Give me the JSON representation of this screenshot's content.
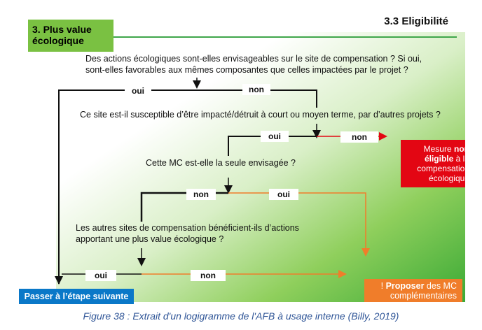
{
  "header": {
    "section_tag": "3. Plus value écologique",
    "section_title": "3.3 Eligibilité"
  },
  "questions": {
    "q1_line1": "Des actions écologiques sont-elles envisageables sur le site de compensation ? Si oui,",
    "q1_line2": "sont-elles favorables aux mêmes composantes que celles impactées par le projet ?",
    "q2": "Ce site est-il susceptible d’être impacté/détruit à court ou moyen terme, par d’autres projets ?",
    "q3": "Cette MC est-elle la seule envisagée ?",
    "q4_line1": "Les autres sites de compensation bénéficient-ils d’actions",
    "q4_line2": "apportant une plus value écologique ?"
  },
  "labels": {
    "oui": "oui",
    "non": "non"
  },
  "outcomes": {
    "red": {
      "line1_pre": "Mesure ",
      "line1_bold": "non",
      "line2_bold": "éligible",
      "line2_post": " à la",
      "line3": "compensation",
      "line4": "écologique"
    },
    "orange": {
      "line1_pre": "! ",
      "line1_bold": "Proposer",
      "line1_post": " des MC",
      "line2": "complémentaires"
    },
    "blue": "Passer à l’étape suivante"
  },
  "caption": "Figure 38 : Extrait d'un logigramme de l'AFB à usage interne (Billy, 2019)",
  "colors": {
    "green": "#7ac142",
    "red": "#e30613",
    "orange": "#f07d2a",
    "blue": "#0a78c8",
    "caption": "#2f5597"
  }
}
